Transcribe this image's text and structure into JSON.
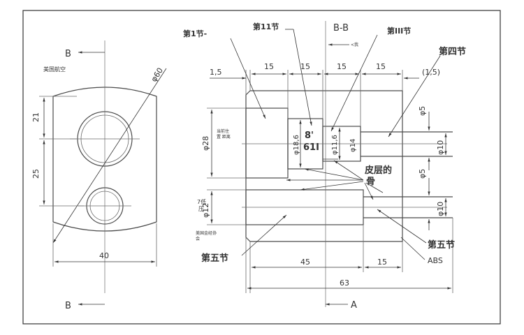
{
  "labels": {
    "sec_b_top": "B",
    "sec_b_bottom": "B",
    "sec_bb": "B-B",
    "sec_a": "A",
    "american_aviation": "美国航空",
    "part1": "第1节-",
    "part11": "第11节",
    "part3": "第III节",
    "part4": "第四节",
    "part5_right": "第五节",
    "part5_left": "第五节",
    "abs": "ABS",
    "skin_bone_1": "皮层的",
    "skin_bone_2": "骨",
    "val_8": "8'",
    "val_61": "61Ⅰ",
    "tiny_1": "当前住",
    "tiny_2": "置 距离",
    "low_pressure_1": "7低",
    "low_pressure_2": "压",
    "society_1": "美国金经协",
    "society_2": "会",
    "arrow_small": "<我"
  },
  "dims": {
    "d60": "φ60",
    "h21": "21",
    "h25": "25",
    "w40": "40",
    "t1_5": "1,5",
    "t15a": "15",
    "t15b": "15",
    "t15c": "15",
    "t15d": "15",
    "t1_5p": "(1,5)",
    "d28": "φ28",
    "d18_6": "φ18,6",
    "d11_6": "φ11,6",
    "d14": "φ14",
    "d5a": "φ5",
    "d10a": "φ10",
    "d5b": "φ5",
    "d10b": "φ10",
    "d12": "φ12",
    "b45": "45",
    "b15": "15",
    "b63": "63"
  }
}
